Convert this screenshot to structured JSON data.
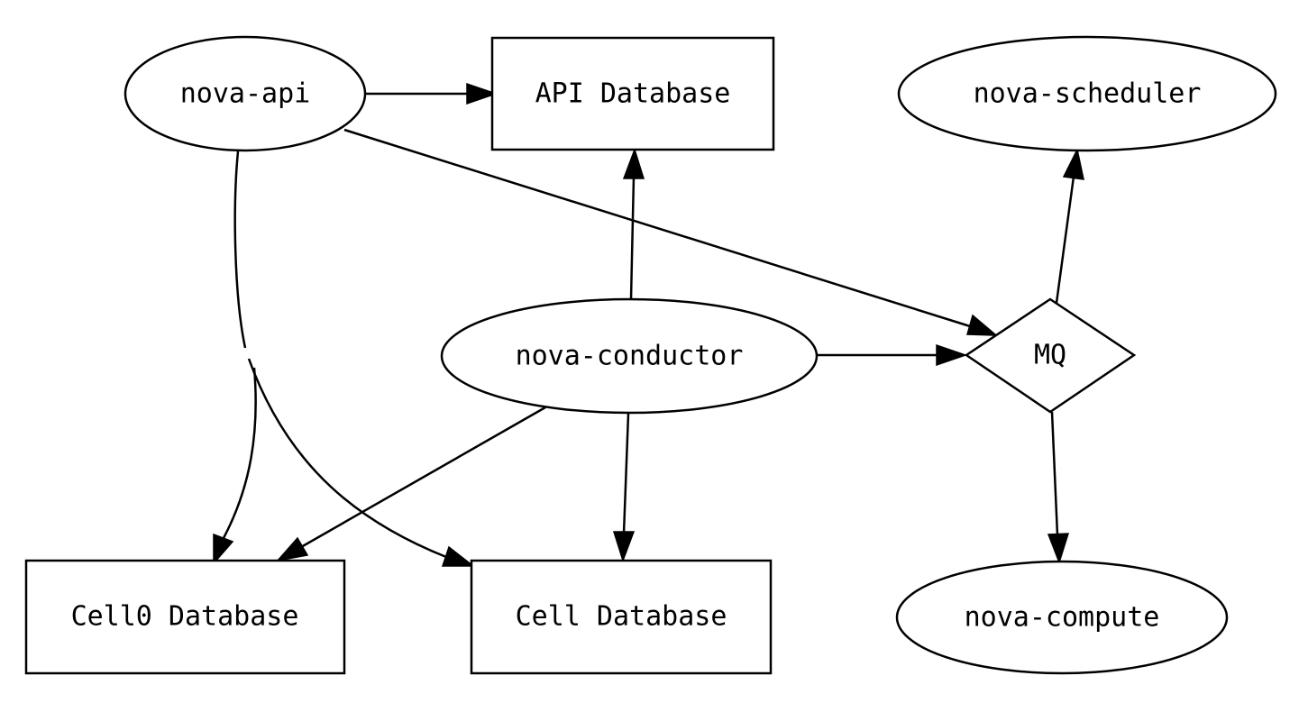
{
  "nodes": {
    "nova_api": "nova-api",
    "api_database": "API Database",
    "nova_scheduler": "nova-scheduler",
    "nova_conductor": "nova-conductor",
    "mq": "MQ",
    "cell0_database": "Cell0 Database",
    "cell_database": "Cell Database",
    "nova_compute": "nova-compute"
  },
  "edges": [
    {
      "from": "nova-api",
      "to": "API Database"
    },
    {
      "from": "nova-api",
      "to": "MQ"
    },
    {
      "from": "nova-api",
      "to": "Cell0 Database"
    },
    {
      "from": "nova-api",
      "to": "Cell Database"
    },
    {
      "from": "nova-conductor",
      "to": "API Database"
    },
    {
      "from": "nova-conductor",
      "to": "MQ"
    },
    {
      "from": "nova-conductor",
      "to": "Cell0 Database"
    },
    {
      "from": "nova-conductor",
      "to": "Cell Database"
    },
    {
      "from": "MQ",
      "to": "nova-scheduler"
    },
    {
      "from": "MQ",
      "to": "nova-compute"
    }
  ],
  "colors": {
    "stroke": "#000000",
    "fill": "#ffffff",
    "text": "#000000"
  }
}
